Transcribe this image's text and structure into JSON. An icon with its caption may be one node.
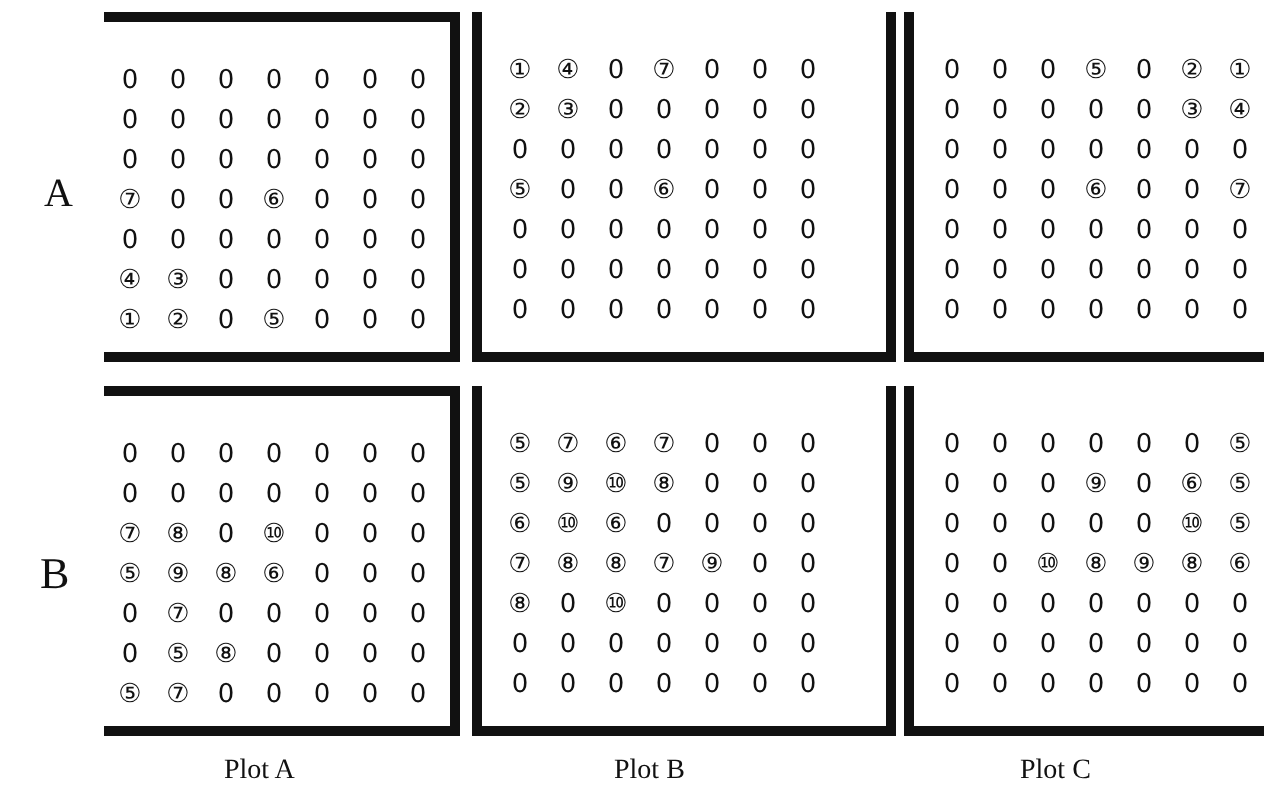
{
  "diagram": {
    "nodes": [
      {
        "text": [
          "0",
          "0",
          "0",
          "0",
          "0",
          "0",
          "0",
          "0",
          "0",
          "0",
          "0",
          "0",
          "0",
          "0",
          "0",
          "0",
          "0",
          "0",
          "0",
          "0",
          "0",
          "⑦",
          "0",
          "0",
          "⑥",
          "0",
          "0",
          "0",
          "0",
          "0",
          "0",
          "0",
          "0",
          "0",
          "0",
          "④",
          "③",
          "0",
          "0",
          "0",
          "0",
          "0",
          "①",
          "②",
          "0",
          "⑤",
          "0",
          "0",
          "0"
        ]
      },
      {
        "text": [
          "①",
          "④",
          "0",
          "⑦",
          "0",
          "0",
          "0",
          "②",
          "③",
          "0",
          "0",
          "0",
          "0",
          "0",
          "0",
          "0",
          "0",
          "0",
          "0",
          "0",
          "0",
          "⑤",
          "0",
          "0",
          "⑥",
          "0",
          "0",
          "0",
          "0",
          "0",
          "0",
          "0",
          "0",
          "0",
          "0",
          "0",
          "0",
          "0",
          "0",
          "0",
          "0",
          "0",
          "0",
          "0",
          "0",
          "0",
          "0",
          "0",
          "0"
        ]
      },
      {
        "text": [
          "0",
          "0",
          "0",
          "⑤",
          "0",
          "②",
          "①",
          "0",
          "0",
          "0",
          "0",
          "0",
          "③",
          "④",
          "0",
          "0",
          "0",
          "0",
          "0",
          "0",
          "0",
          "0",
          "0",
          "0",
          "⑥",
          "0",
          "0",
          "⑦",
          "0",
          "0",
          "0",
          "0",
          "0",
          "0",
          "0",
          "0",
          "0",
          "0",
          "0",
          "0",
          "0",
          "0",
          "0",
          "0",
          "0",
          "0",
          "0",
          "0",
          "0"
        ]
      },
      {
        "text": [
          "0",
          "0",
          "0",
          "0",
          "0",
          "0",
          "0",
          "0",
          "0",
          "0",
          "0",
          "0",
          "0",
          "0",
          "⑦",
          "⑧",
          "0",
          "⑩",
          "0",
          "0",
          "0",
          "⑤",
          "⑨",
          "⑧",
          "⑥",
          "0",
          "0",
          "0",
          "0",
          "⑦",
          "0",
          "0",
          "0",
          "0",
          "0",
          "0",
          "⑤",
          "⑧",
          "0",
          "0",
          "0",
          "0",
          "⑤",
          "⑦",
          "0",
          "0",
          "0",
          "0",
          "0"
        ]
      },
      {
        "text": [
          "⑤",
          "⑦",
          "⑥",
          "⑦",
          "0",
          "0",
          "0",
          "⑤",
          "⑨",
          "⑩",
          "⑧",
          "0",
          "0",
          "0",
          "⑥",
          "⑩",
          "⑥",
          "0",
          "0",
          "0",
          "0",
          "⑦",
          "⑧",
          "⑧",
          "⑦",
          "⑨",
          "0",
          "0",
          "⑧",
          "0",
          "⑩",
          "0",
          "0",
          "0",
          "0",
          "0",
          "0",
          "0",
          "0",
          "0",
          "0",
          "0",
          "0",
          "0",
          "0",
          "0",
          "0",
          "0",
          "0"
        ]
      },
      {
        "text": [
          "0",
          "0",
          "0",
          "0",
          "0",
          "0",
          "⑤",
          "0",
          "0",
          "0",
          "⑨",
          "0",
          "⑥",
          "⑤",
          "0",
          "0",
          "0",
          "0",
          "0",
          "⑩",
          "⑤",
          "0",
          "0",
          "⑩",
          "⑧",
          "⑨",
          "⑧",
          "⑥",
          "0",
          "0",
          "0",
          "0",
          "0",
          "0",
          "0",
          "0",
          "0",
          "0",
          "0",
          "0",
          "0",
          "0",
          "0",
          "0",
          "0",
          "0",
          "0",
          "0",
          "0"
        ]
      }
    ],
    "labels": [
      "A",
      "B",
      "Plot A",
      "Plot B",
      "Plot C"
    ]
  }
}
